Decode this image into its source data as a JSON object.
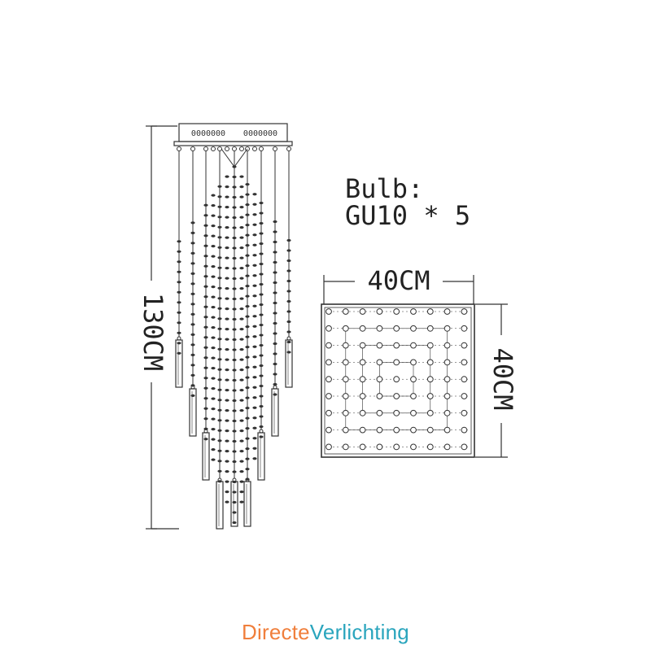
{
  "drawing": {
    "height_label": "130CM",
    "width_label": "40CM",
    "depth_label": "40CM",
    "bulb_label": "Bulb:",
    "bulb_spec": "GU10 * 5"
  },
  "brand": {
    "part1": "Directe",
    "part2": "Verlichting",
    "color1": "#f07f3c",
    "color2": "#2aa5bd"
  },
  "colors": {
    "line": "#333333"
  }
}
